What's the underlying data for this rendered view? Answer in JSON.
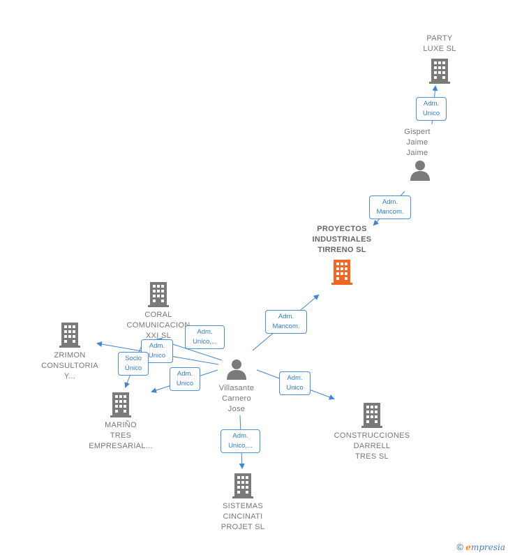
{
  "colors": {
    "edge": "#3f86d6",
    "company": "#7a7a7a",
    "main_company": "#f26522",
    "person": "#7a7a7a"
  },
  "nodes": {
    "party_luxe": {
      "label": "PARTY\nLUXE  SL",
      "icon": "building-icon"
    },
    "gispert": {
      "label": "Gispert\nJaime\nJaime",
      "icon": "person-icon"
    },
    "proyectos": {
      "label": "PROYECTOS\nINDUSTRIALES\nTIRRENO  SL",
      "icon": "building-icon"
    },
    "coral": {
      "label": "CORAL\nCOMUNICACION\nXXI SL",
      "icon": "building-icon"
    },
    "zrimon": {
      "label": "ZRIMON\nCONSULTORIA\nY...",
      "icon": "building-icon"
    },
    "villasante": {
      "label": "Villasante\nCarnero\nJose",
      "icon": "person-icon"
    },
    "marino": {
      "label": "MARIÑO\nTRES\nEMPRESARIAL...",
      "icon": "building-icon"
    },
    "construcciones": {
      "label": "CONSTRUCCIONES\nDARRELL\nTRES SL",
      "icon": "building-icon"
    },
    "sistemas": {
      "label": "SISTEMAS\nCINCINATI\nPROJET  SL",
      "icon": "building-icon"
    }
  },
  "edges": {
    "gispert_party": "Adm.\nUnico",
    "gispert_proyectos": "Adm.\nMancom.",
    "villasante_proyectos": "Adm.\nMancom.",
    "villasante_coral": "Adm.\nUnico,...",
    "villasante_zrimon": "Adm.\nUnico",
    "zrimon_marino": "Socio\nÚnico",
    "villasante_marino": "Adm.\nUnico",
    "villasante_construcciones": "Adm.\nUnico",
    "villasante_sistemas": "Adm.\nUnico,..."
  },
  "brand": {
    "copyright": "©",
    "e": "e",
    "rest": "mpresia"
  }
}
